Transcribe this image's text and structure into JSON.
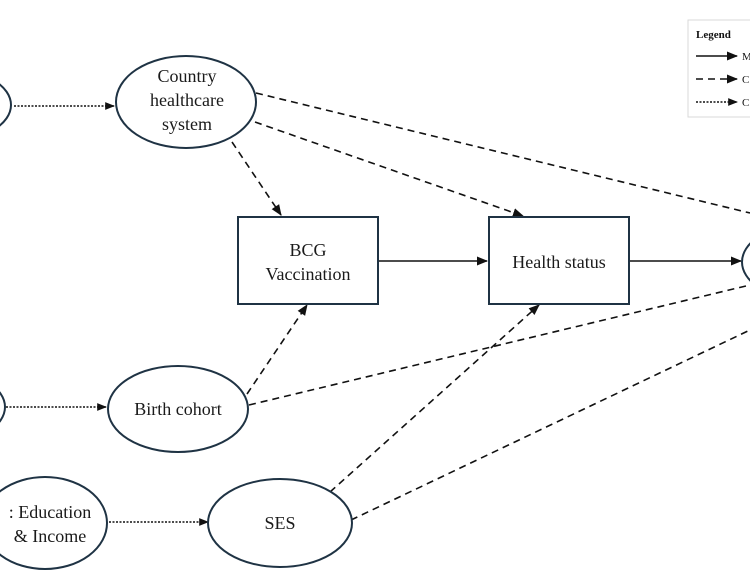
{
  "diagram": {
    "title": "",
    "nodes": [
      {
        "id": "left_top",
        "shape": "ellipse",
        "lines": []
      },
      {
        "id": "country_healthcare",
        "shape": "ellipse",
        "lines": [
          "Country",
          "healthcare",
          "system"
        ]
      },
      {
        "id": "bcg",
        "shape": "rect",
        "lines": [
          "BCG",
          "Vaccination"
        ]
      },
      {
        "id": "health_status",
        "shape": "rect",
        "lines": [
          "Health status"
        ]
      },
      {
        "id": "outcome",
        "shape": "ellipse",
        "lines": []
      },
      {
        "id": "left_middle",
        "shape": "ellipse",
        "lines": []
      },
      {
        "id": "birth_cohort",
        "shape": "ellipse",
        "lines": [
          "Birth cohort"
        ]
      },
      {
        "id": "education_income",
        "shape": "ellipse",
        "lines": [
          ": Education",
          "& Income"
        ]
      },
      {
        "id": "ses",
        "shape": "ellipse",
        "lines": [
          "SES"
        ]
      }
    ],
    "edges": [
      {
        "from": "left_top",
        "to": "country_healthcare",
        "style": "dotted"
      },
      {
        "from": "country_healthcare",
        "to": "bcg",
        "style": "dashed"
      },
      {
        "from": "country_healthcare",
        "to": "health_status",
        "style": "dashed"
      },
      {
        "from": "country_healthcare",
        "to": "outcome",
        "style": "dashed"
      },
      {
        "from": "bcg",
        "to": "health_status",
        "style": "solid"
      },
      {
        "from": "health_status",
        "to": "outcome",
        "style": "solid"
      },
      {
        "from": "left_middle",
        "to": "birth_cohort",
        "style": "dotted"
      },
      {
        "from": "birth_cohort",
        "to": "bcg",
        "style": "dashed"
      },
      {
        "from": "birth_cohort",
        "to": "outcome",
        "style": "dashed"
      },
      {
        "from": "education_income",
        "to": "ses",
        "style": "dotted"
      },
      {
        "from": "ses",
        "to": "health_status",
        "style": "dashed"
      },
      {
        "from": "ses",
        "to": "outcome",
        "style": "dashed"
      }
    ],
    "legend": {
      "title": "Legend",
      "items": [
        {
          "style": "solid",
          "label": "M"
        },
        {
          "style": "dashed",
          "label": "C"
        },
        {
          "style": "dotted",
          "label": "C"
        }
      ]
    }
  }
}
